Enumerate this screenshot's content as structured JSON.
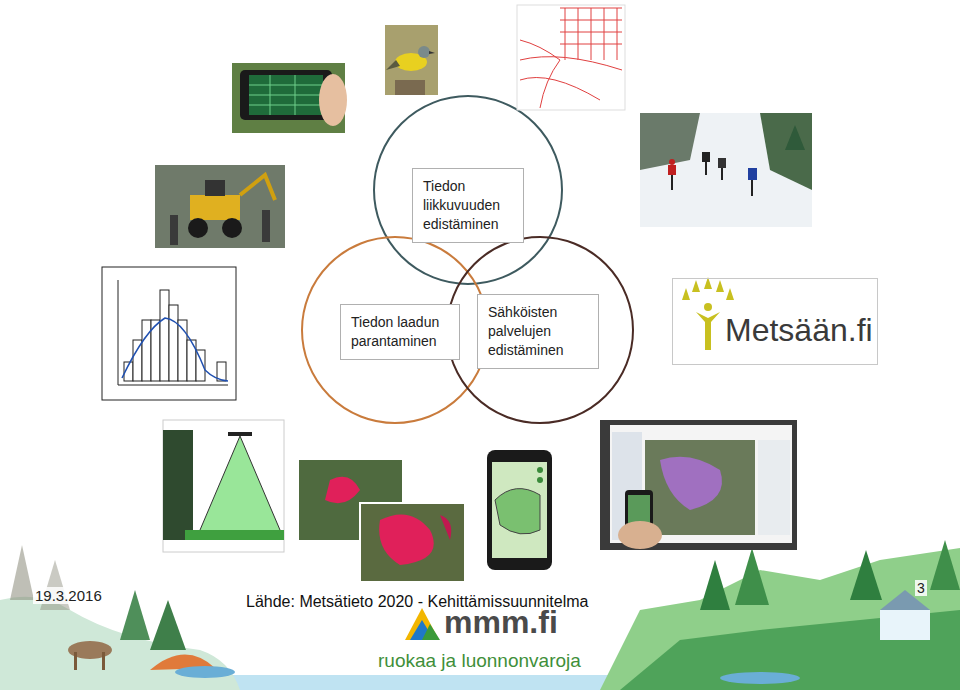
{
  "diagram": {
    "nodes": [
      {
        "text": [
          "Tiedon liikkuvuuden edistäminen"
        ]
      },
      {
        "text": [
          "Tiedon laadun parantaminen"
        ]
      },
      {
        "text": [
          "Sähköisten palvelujen edistäminen"
        ]
      },
      {
        "text": [
          "Metsään.fi"
        ]
      }
    ],
    "labels": [
      "19.3.2016",
      "Lähde: Metsätieto 2020 - Kehittämissuunnitelma",
      "3",
      "mmm.fi",
      "ruokaa ja luonnonvaroja"
    ]
  }
}
